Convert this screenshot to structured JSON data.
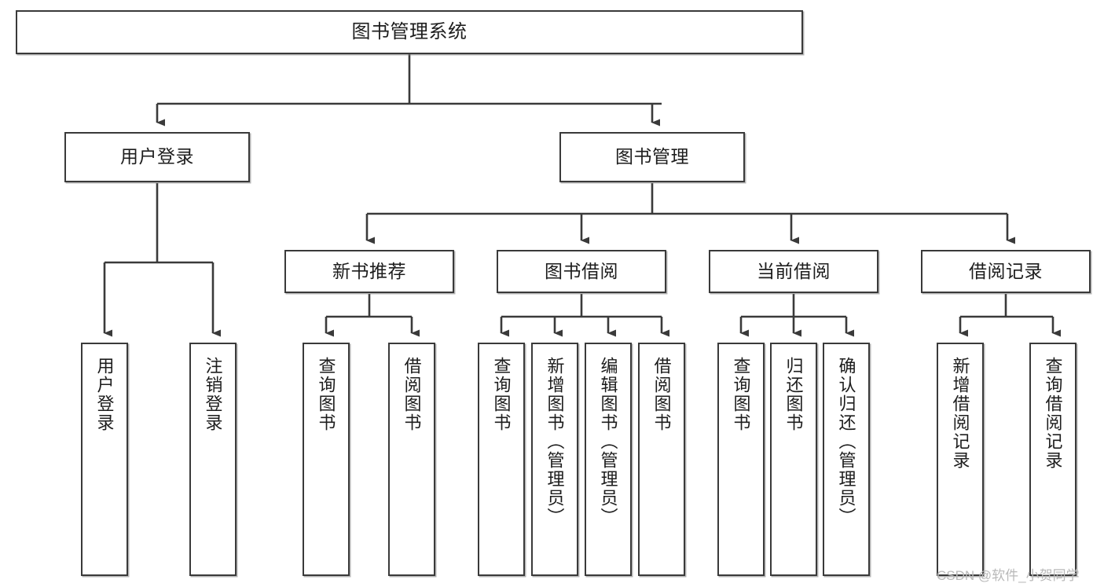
{
  "diagram": {
    "type": "tree-hierarchy",
    "title": "图书管理系统",
    "orientation": "top-down",
    "background_color": "#ffffff",
    "line_color": "#3a3a3a",
    "box_border_color": "#3a3a3a",
    "box_fill_color": "#ffffff",
    "text_color": "#1d1d1d"
  },
  "root": {
    "label": "图书管理系统"
  },
  "level2": [
    {
      "label": "用户登录"
    },
    {
      "label": "图书管理"
    }
  ],
  "level3": [
    {
      "label": "新书推荐"
    },
    {
      "label": "图书借阅"
    },
    {
      "label": "当前借阅"
    },
    {
      "label": "借阅记录"
    }
  ],
  "leaves": {
    "user_login": [
      {
        "label": "用户登录"
      },
      {
        "label": "注销登录"
      }
    ],
    "new_book_recommend": [
      {
        "label": "查询图书"
      },
      {
        "label": "借阅图书"
      }
    ],
    "book_borrow": [
      {
        "label": "查询图书"
      },
      {
        "label": "新增图书（管理员）"
      },
      {
        "label": "编辑图书（管理员）"
      },
      {
        "label": "借阅图书"
      }
    ],
    "current_borrow": [
      {
        "label": "查询图书"
      },
      {
        "label": "归还图书"
      },
      {
        "label": "确认归还（管理员）"
      }
    ],
    "borrow_record": [
      {
        "label": "新增借阅记录"
      },
      {
        "label": "查询借阅记录"
      }
    ]
  },
  "watermark": {
    "text": "CSDN @软件_小贺同学"
  }
}
